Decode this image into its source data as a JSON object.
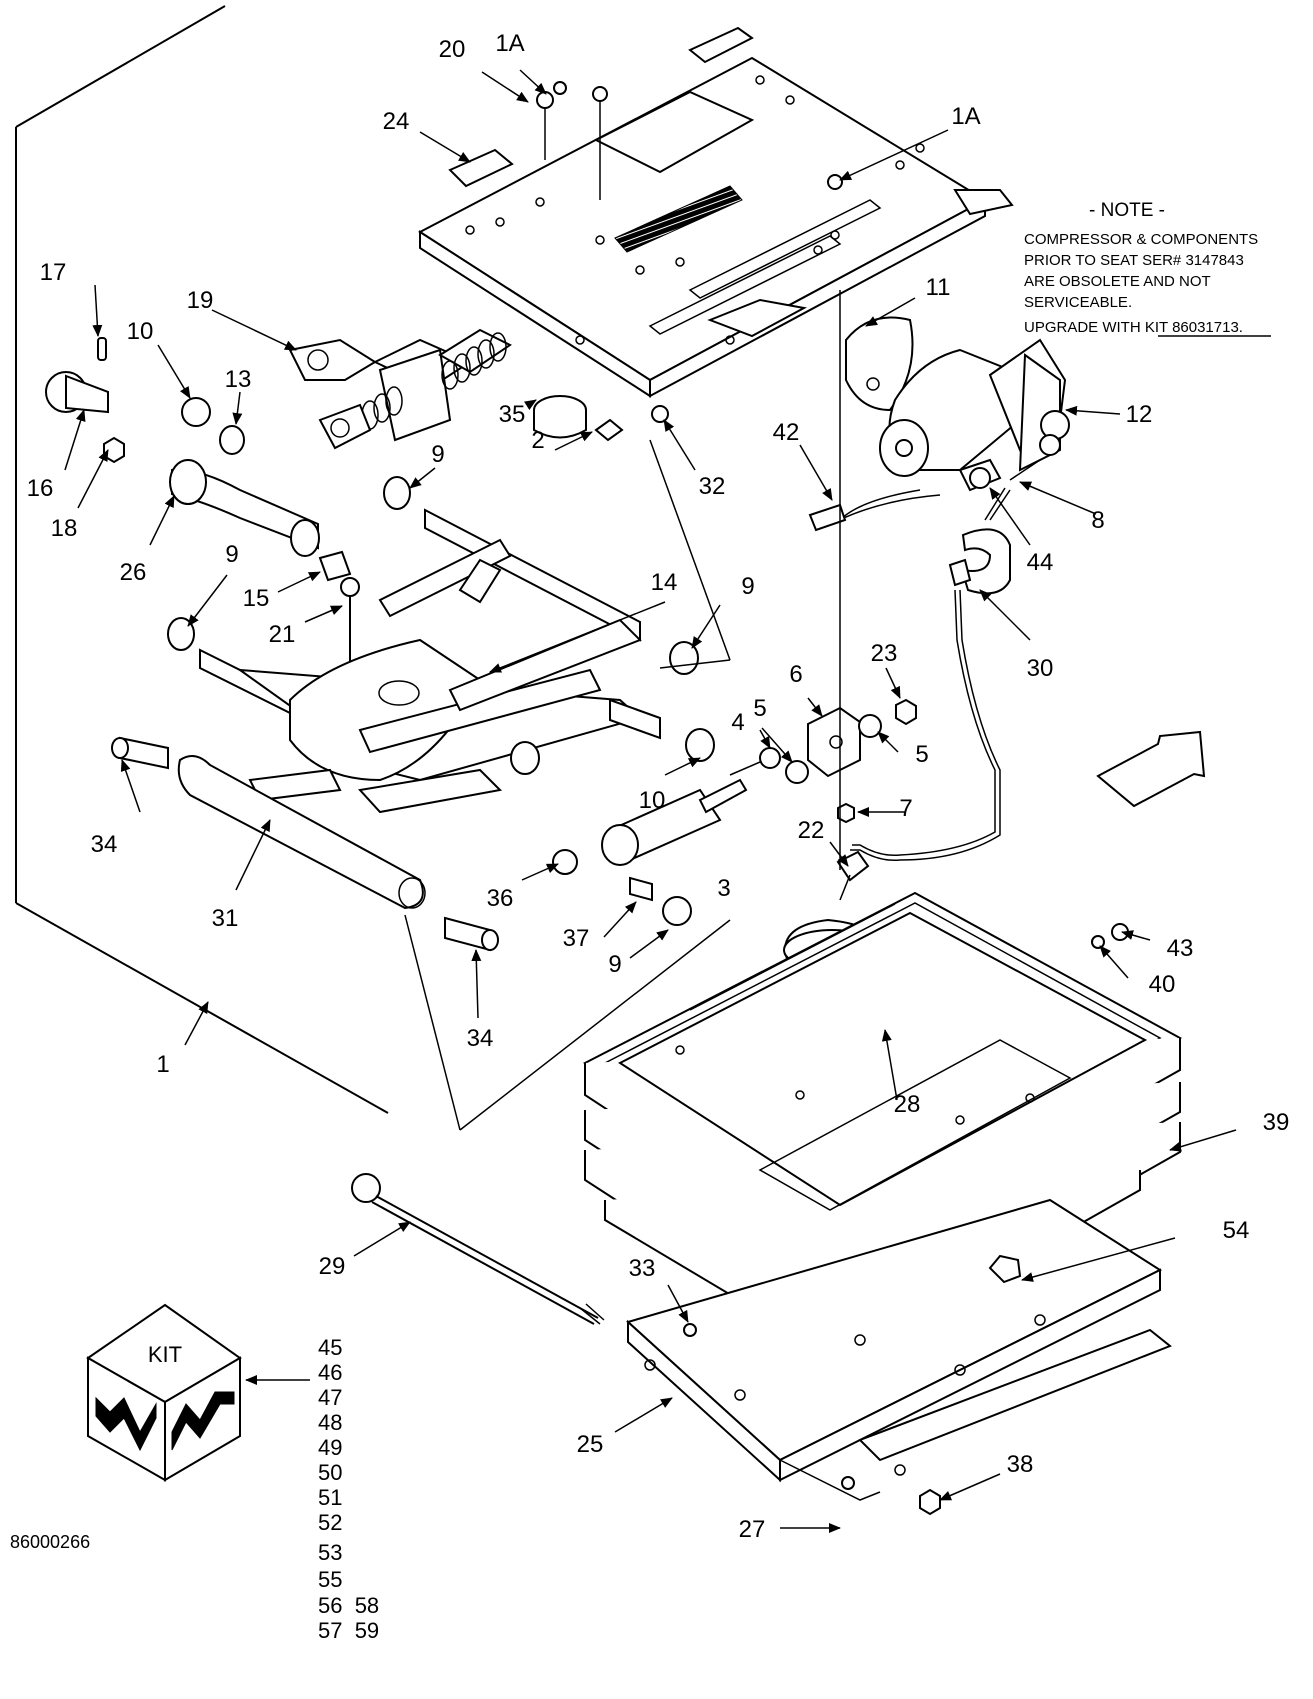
{
  "drawing_number": "86000266",
  "note": {
    "heading": "- NOTE -",
    "lines": [
      "COMPRESSOR & COMPONENTS",
      "PRIOR TO SEAT SER# 3147843",
      "ARE OBSOLETE AND NOT",
      "SERVICEABLE.",
      "UPGRADE WITH KIT 86031713."
    ]
  },
  "kit": {
    "label": "KIT",
    "items": [
      "45",
      "46",
      "47",
      "48",
      "49",
      "50",
      "51",
      "52",
      "53",
      "55",
      "56  58",
      "57  59"
    ]
  },
  "callouts": {
    "c1": "1",
    "c1a_left": "1A",
    "c1a_right": "1A",
    "c2": "2",
    "c3": "3",
    "c4": "4",
    "c5_upper": "5",
    "c5_right": "5",
    "c6": "6",
    "c7": "7",
    "c8": "8",
    "c9_a": "9",
    "c9_b": "9",
    "c9_c": "9",
    "c9_d": "9",
    "c10_a": "10",
    "c10_b": "10",
    "c11": "11",
    "c12": "12",
    "c13": "13",
    "c14": "14",
    "c15": "15",
    "c16": "16",
    "c17": "17",
    "c18": "18",
    "c19": "19",
    "c20": "20",
    "c21": "21",
    "c22": "22",
    "c23": "23",
    "c24": "24",
    "c25": "25",
    "c26": "26",
    "c27": "27",
    "c28": "28",
    "c29": "29",
    "c30": "30",
    "c31": "31",
    "c32": "32",
    "c33": "33",
    "c34_a": "34",
    "c34_b": "34",
    "c35": "35",
    "c36": "36",
    "c37": "37",
    "c38": "38",
    "c39": "39",
    "c40": "40",
    "c42": "42",
    "c43": "43",
    "c44": "44",
    "c54": "54"
  }
}
